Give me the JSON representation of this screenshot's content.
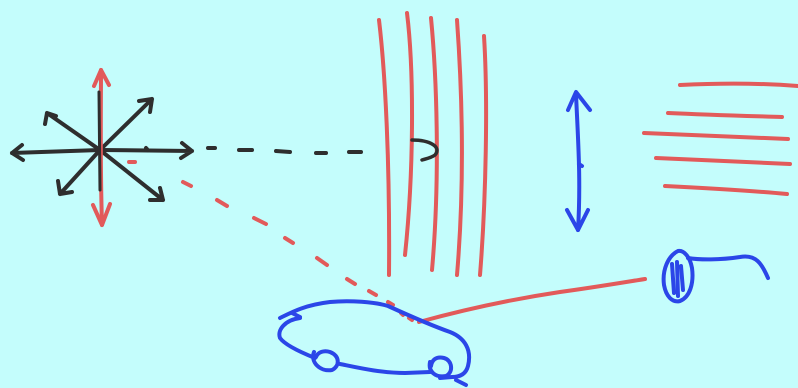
{
  "colors": {
    "background": "#c4fdfc",
    "black_ink": "#2e2e2e",
    "red_ink": "#e25a5a",
    "blue_ink": "#2b46e8"
  },
  "sketch": {
    "elements": [
      "starburst-arrows",
      "dashed-black-ray",
      "vertical-red-lines",
      "dashed-red-ray",
      "blue-double-arrow",
      "horizontal-red-lines",
      "car-outline",
      "red-line-to-car",
      "blue-light-bulb"
    ]
  }
}
